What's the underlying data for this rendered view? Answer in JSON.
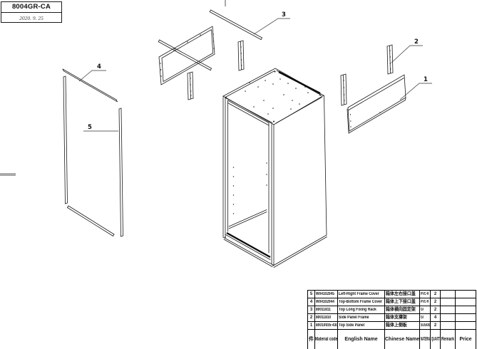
{
  "title_block": {
    "model": "8004GR-CA",
    "date": "2020. 9. 25"
  },
  "callouts": {
    "c1": "1",
    "c2": "2",
    "c3": "3",
    "c4": "4",
    "c5": "5"
  },
  "bom": {
    "headers": {
      "item": "件",
      "code": "Material code",
      "en": "English Name",
      "cn": "Chinese Name",
      "material": "MATERIAL",
      "qty": "QUANTITY",
      "remark": "Remark",
      "price": "Price"
    },
    "rows": [
      {
        "item": "5",
        "code": "W04102045",
        "en": "Left-Right Frame Cover",
        "cn": "箱体左右接口盖",
        "material": "PVC-H",
        "qty": "2",
        "remark": "",
        "price": ""
      },
      {
        "item": "4",
        "code": "W04102044",
        "en": "Top-Bottom Frame Cover",
        "cn": "箱体上下接口盖",
        "material": "PVC-H",
        "qty": "2",
        "remark": "",
        "price": ""
      },
      {
        "item": "3",
        "code": "80011811",
        "en": "Top Long Fixing Rack",
        "cn": "箱体横向固定架",
        "material": "GI",
        "qty": "2",
        "remark": "",
        "price": ""
      },
      {
        "item": "2",
        "code": "80011810",
        "en": "Side Panel Frame",
        "cn": "箱体支撑架",
        "material": "GI",
        "qty": "4",
        "remark": "",
        "price": ""
      },
      {
        "item": "1",
        "code": "80010935-430",
        "en": "Top Side Panel",
        "cn": "箱体上侧板",
        "material": "SUS430",
        "qty": "2",
        "remark": "",
        "price": ""
      }
    ]
  },
  "colors": {
    "ink": "#1a1a1a",
    "edge_highlight": "#0d0d0d",
    "margin_tick": "#a9a9a9"
  }
}
